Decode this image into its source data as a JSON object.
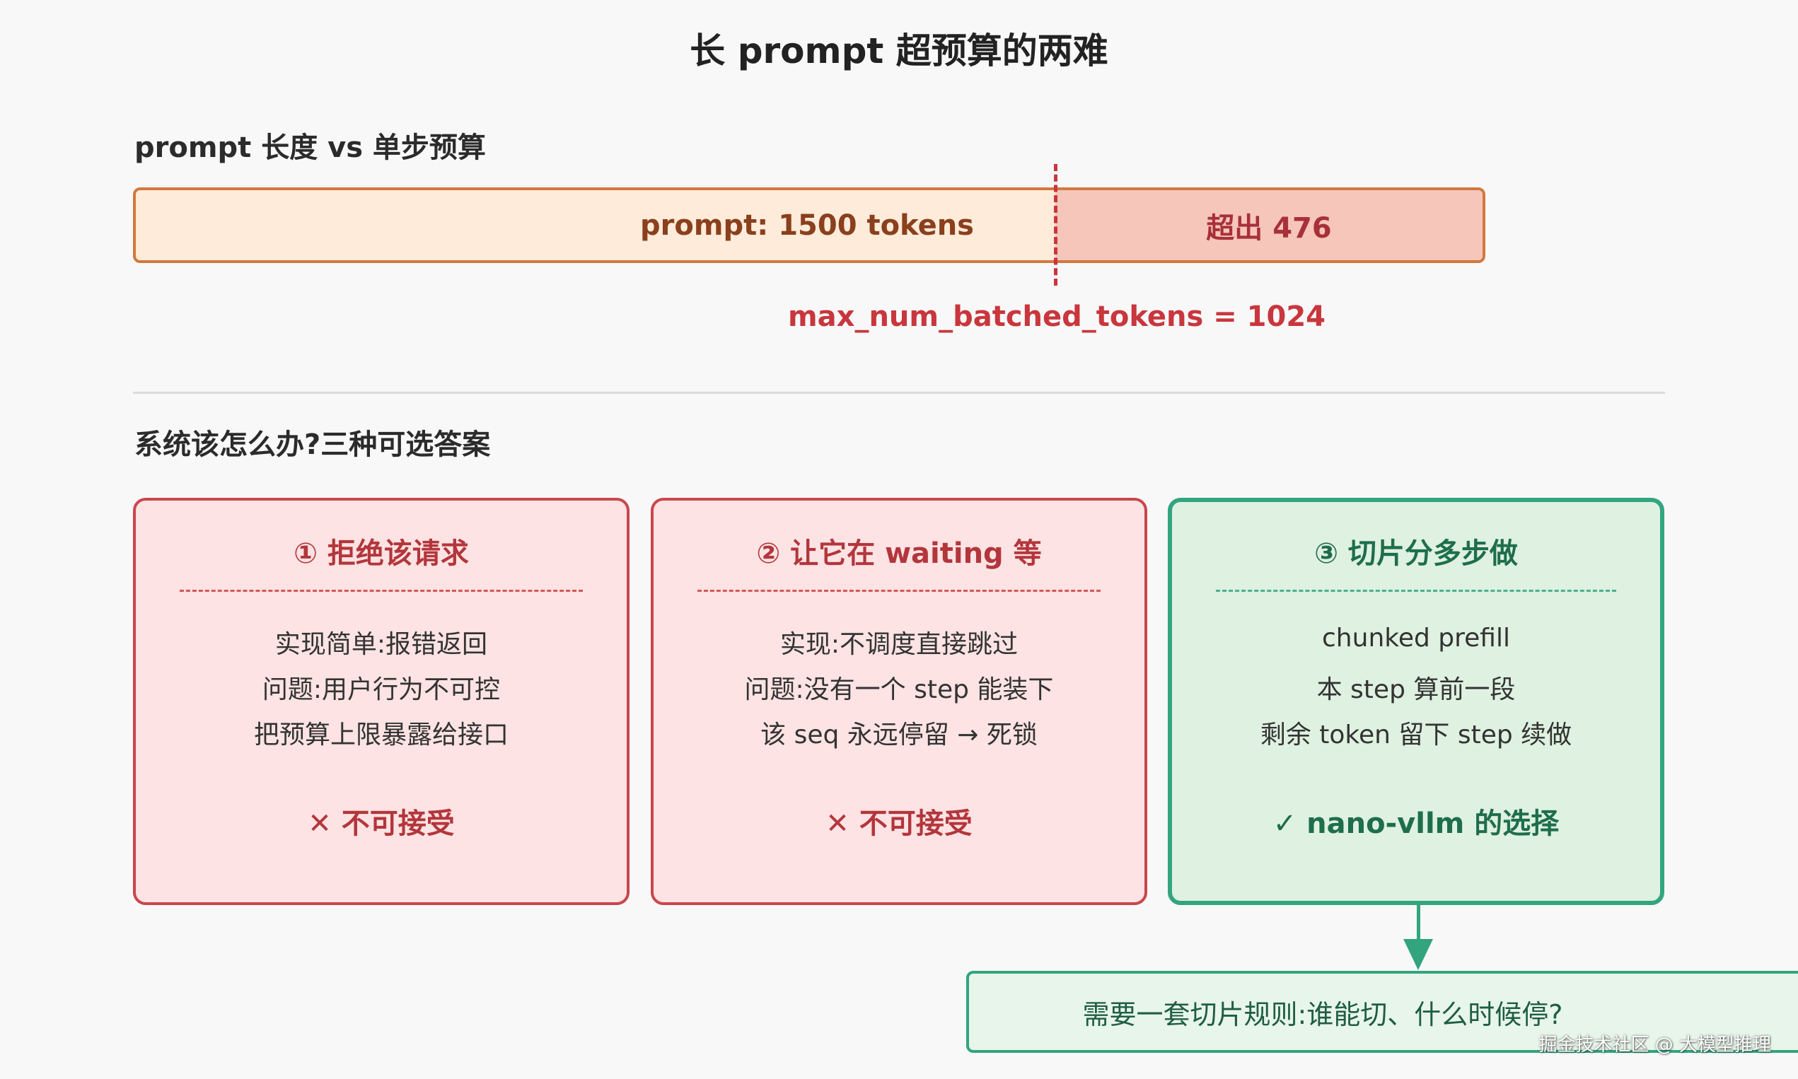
{
  "title": "长 prompt 超预算的两难",
  "section1": {
    "label": "prompt 长度 vs 单步预算",
    "prompt_text": "prompt: 1500 tokens",
    "overflow_text": "超出 476",
    "budget_label": "max_num_batched_tokens = 1024",
    "prompt_tokens": 1500,
    "budget_tokens": 1024,
    "overflow_tokens": 476
  },
  "section2": {
    "label": "系统该怎么办?三种可选答案"
  },
  "options": [
    {
      "title": "① 拒绝该请求",
      "lines": [
        "实现简单:报错返回",
        "问题:用户行为不可控",
        "把预算上限暴露给接口"
      ],
      "verdict": "✕ 不可接受"
    },
    {
      "title": "② 让它在 waiting 等",
      "lines": [
        "实现:不调度直接跳过",
        "问题:没有一个 step 能装下",
        "该 seq 永远停留 → 死锁"
      ],
      "verdict": "✕ 不可接受"
    },
    {
      "title": "③ 切片分多步做",
      "lines": [
        "chunked prefill",
        "本 step 算前一段",
        "剩余 token 留下 step 续做"
      ],
      "verdict": "✓ nano-vllm 的选择"
    }
  ],
  "note": "需要一套切片规则:谁能切、什么时候停?",
  "watermark": "掘金技术社区 @ 大模型推理",
  "colors": {
    "prompt_fill": "#feebd9",
    "prompt_border": "#d1793f",
    "overflow_fill": "#f6c6bb",
    "budget_line": "#c9363d",
    "reject_fill": "#fde3e3",
    "reject_border": "#c9474d",
    "accept_fill": "#dff1e0",
    "accept_border": "#32a57f"
  }
}
